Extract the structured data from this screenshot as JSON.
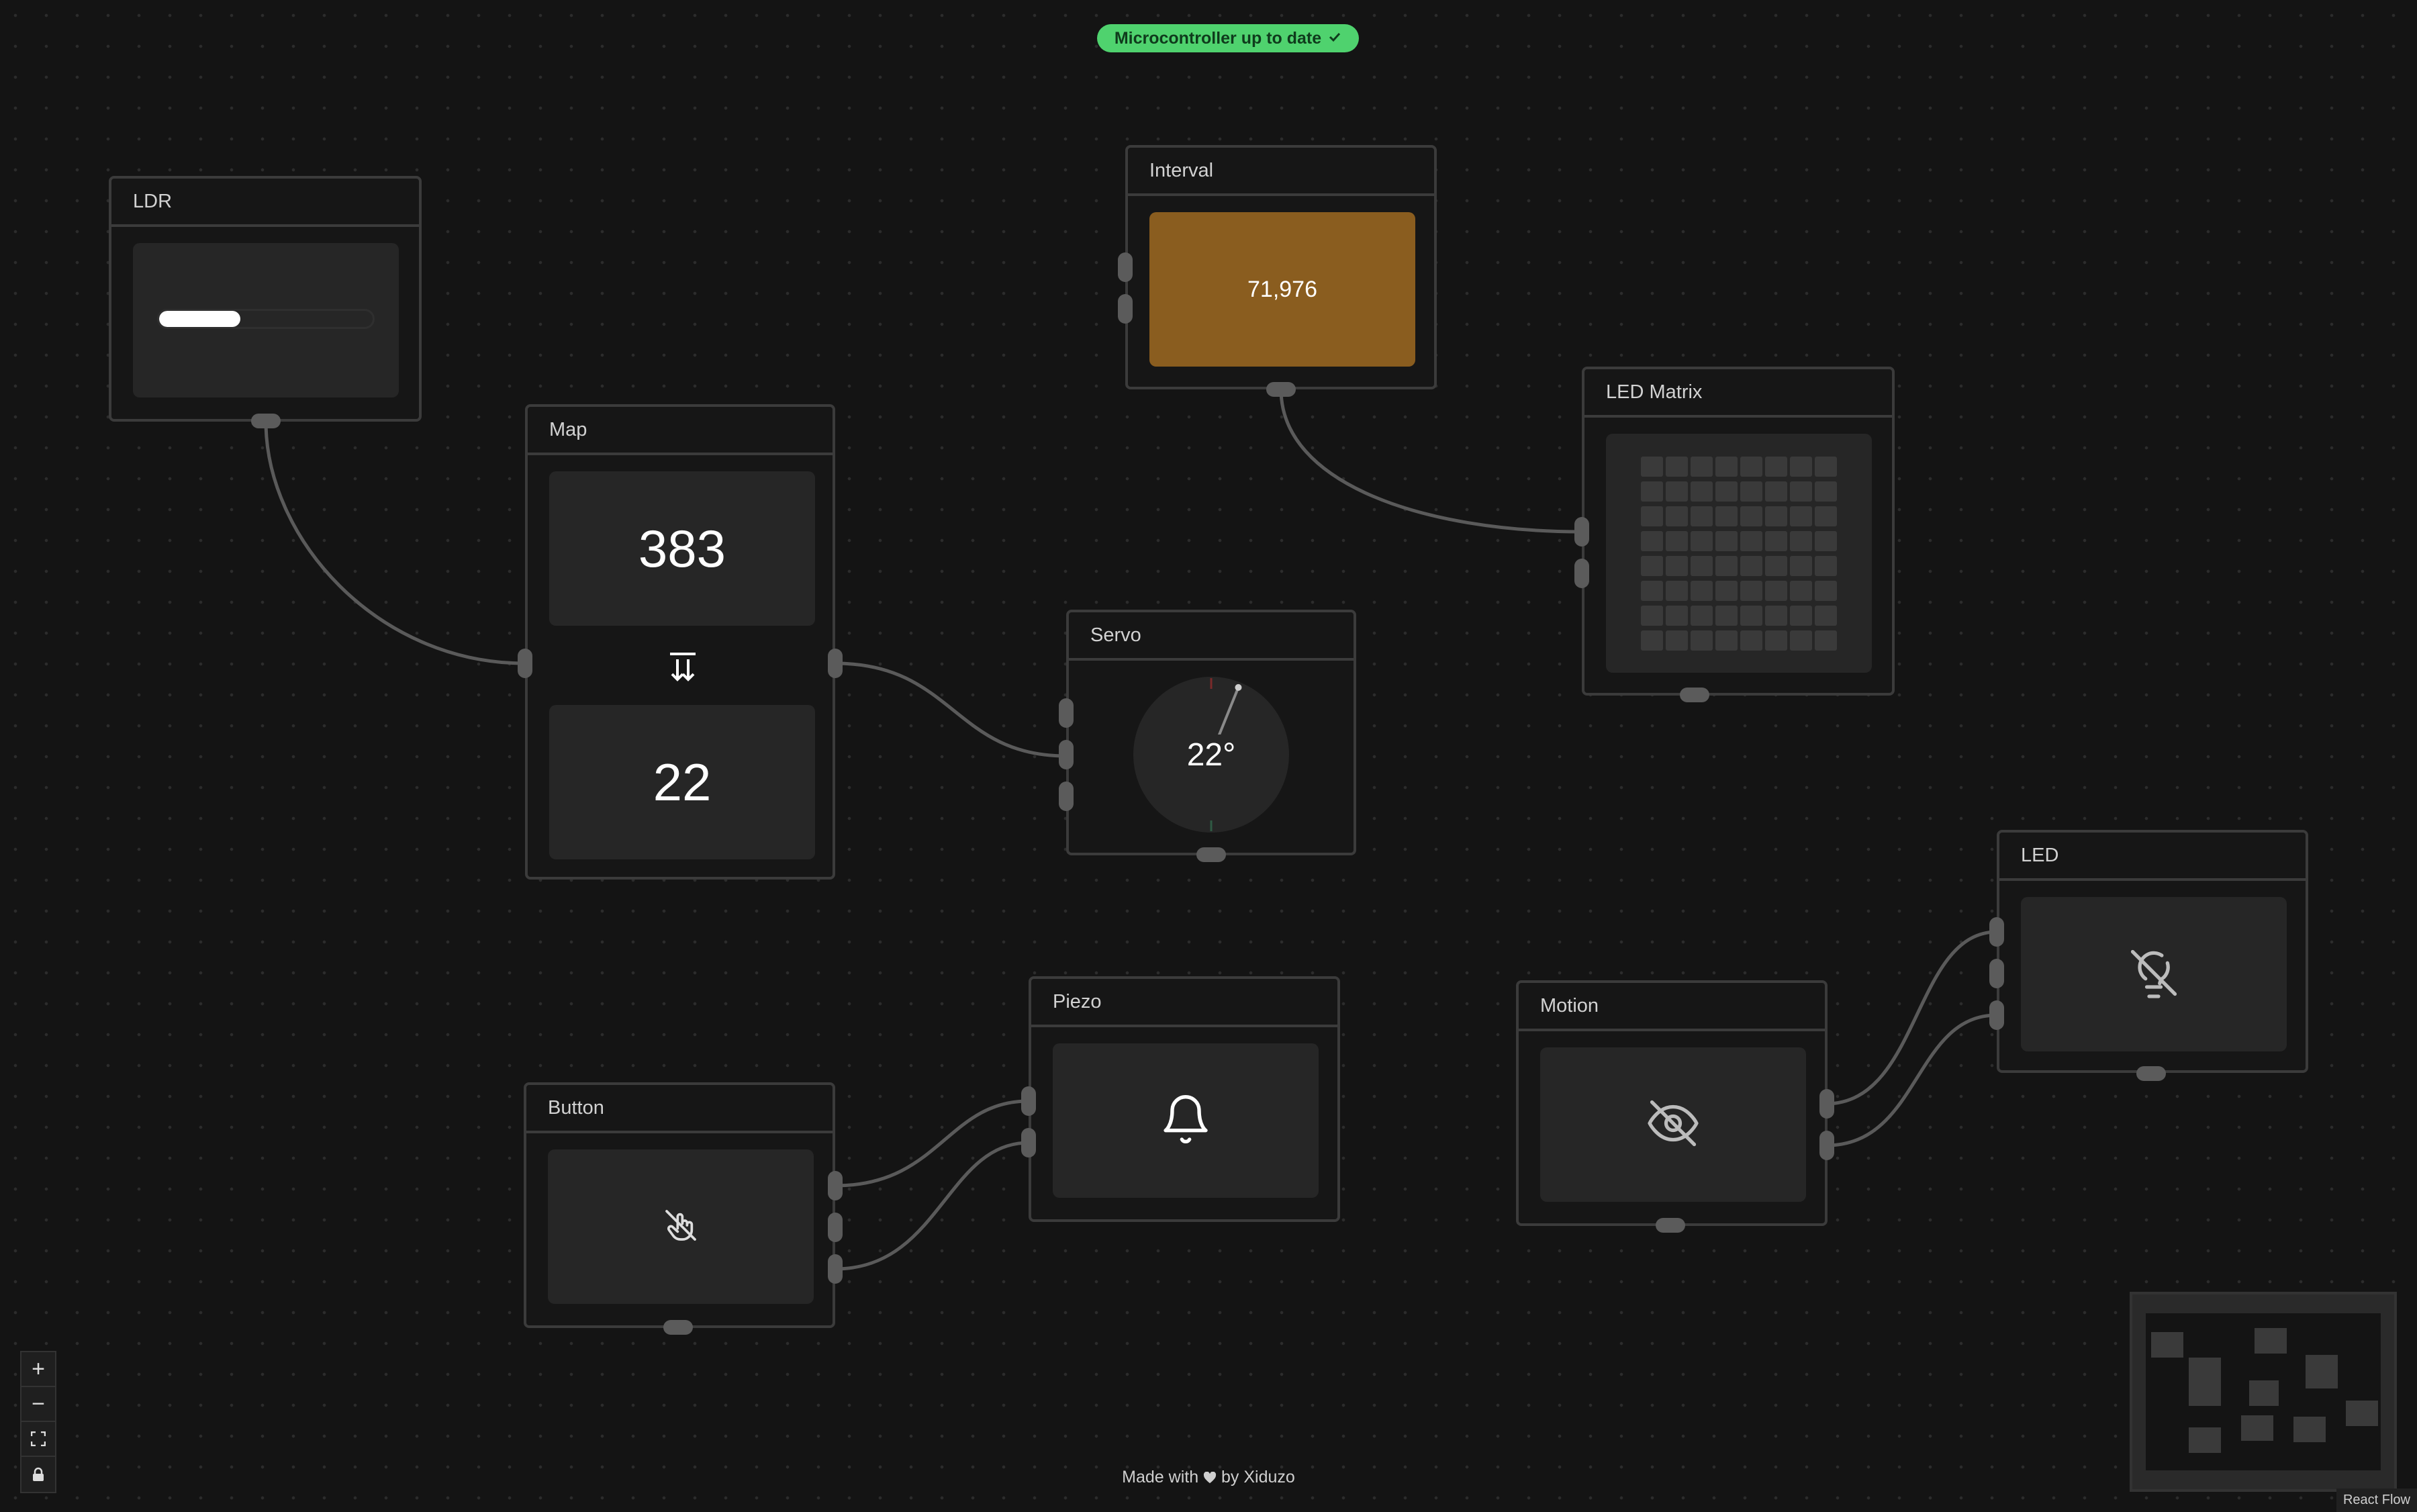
{
  "status": {
    "text": "Microcontroller up to date",
    "icon": "check-icon",
    "color": "#4fd26e"
  },
  "nodes": {
    "ldr": {
      "title": "LDR",
      "level": 0.38
    },
    "map": {
      "title": "Map",
      "input_value": "383",
      "output_value": "22",
      "icon": "arrows-down-to-line-icon"
    },
    "interval": {
      "title": "Interval",
      "value": "71,976",
      "color": "#8a5d1f"
    },
    "led_matrix": {
      "title": "LED Matrix",
      "rows": 8,
      "cols": 8
    },
    "servo": {
      "title": "Servo",
      "angle_label": "22°",
      "angle": 22
    },
    "piezo": {
      "title": "Piezo",
      "icon": "bell-icon"
    },
    "button": {
      "title": "Button",
      "icon": "pointer-off-icon"
    },
    "motion": {
      "title": "Motion",
      "icon": "eye-off-icon"
    },
    "led": {
      "title": "LED",
      "icon": "lightbulb-off-icon"
    }
  },
  "controls": [
    {
      "name": "zoom-in-button",
      "glyph": "+"
    },
    {
      "name": "zoom-out-button",
      "glyph": "−"
    },
    {
      "name": "fit-view-button",
      "glyph": "⛶"
    },
    {
      "name": "lock-button",
      "glyph": "🔒"
    }
  ],
  "footer": {
    "prefix": "Made with",
    "suffix": "by Xiduzo",
    "icon": "heart-icon"
  },
  "attribution": "React Flow"
}
